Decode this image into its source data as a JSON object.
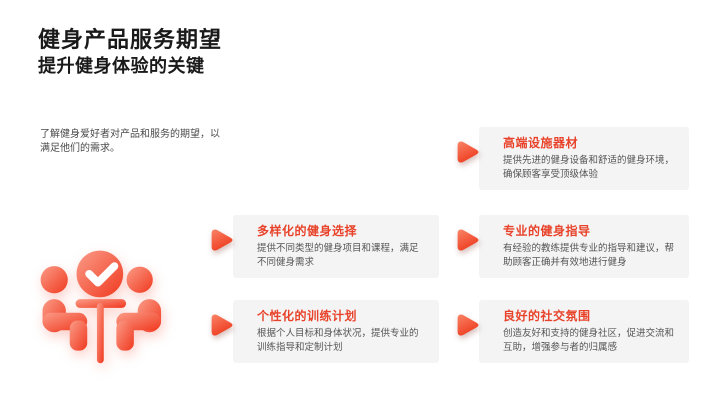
{
  "slide": {
    "title": "健身产品服务期望",
    "subtitle": "提升健身体验的关键",
    "intro": "了解健身爱好者对产品和服务的期望，以满足他们的需求。"
  },
  "icons": {
    "people_meeting_check": "people-meeting-check-icon",
    "card_marker": "play-arrow-icon"
  },
  "colors": {
    "accent_red": "#ee3a1e",
    "accent_red_light": "#f98164",
    "heading_red": "#e8432a",
    "title_black": "#1a1a1a",
    "body_gray": "#555555",
    "card_background": "#f4f4f5",
    "page_background": "#ffffff"
  },
  "cards": [
    {
      "title": "高端设施器材",
      "desc": "提供先进的健身设备和舒适的健身环境，确保顾客享受顶级体验"
    },
    {
      "title": "多样化的健身选择",
      "desc": "提供不同类型的健身项目和课程，满足不同健身需求"
    },
    {
      "title": "专业的健身指导",
      "desc": "有经验的教练提供专业的指导和建议，帮助顾客正确并有效地进行健身"
    },
    {
      "title": "个性化的训练计划",
      "desc": "根据个人目标和身体状况，提供专业的训练指导和定制计划"
    },
    {
      "title": "良好的社交氛围",
      "desc": "创造友好和支持的健身社区，促进交流和互助，增强参与者的归属感"
    }
  ]
}
